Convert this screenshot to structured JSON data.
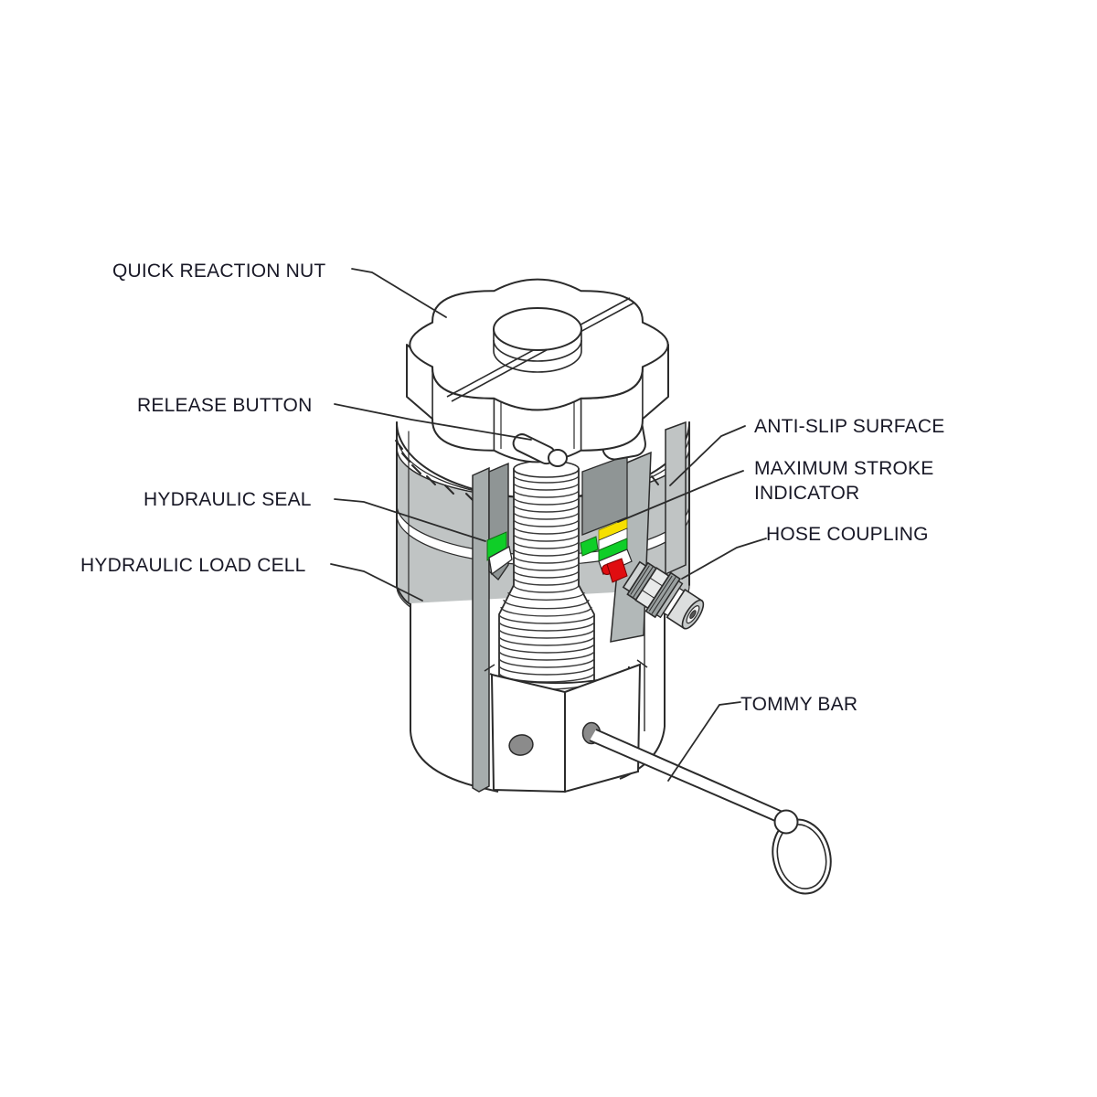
{
  "diagram": {
    "type": "technical-cutaway-illustration",
    "subject": "hydraulic load cell with quick reaction nut",
    "labels": {
      "quick_reaction_nut": "QUICK REACTION NUT",
      "release_button": "RELEASE BUTTON",
      "hydraulic_seal": "HYDRAULIC SEAL",
      "hydraulic_load_cell": "HYDRAULIC LOAD CELL",
      "anti_slip_surface": "ANTI-SLIP SURFACE",
      "maximum_stroke_indicator_line1": "MAXIMUM STROKE",
      "maximum_stroke_indicator_line2": "INDICATOR",
      "hose_coupling": "HOSE COUPLING",
      "tommy_bar": "TOMMY BAR"
    },
    "colors": {
      "label_text": "#181826",
      "line": "#2b2b2b",
      "seal_green": "#0fce28",
      "stroke_indicator_yellow": "#f6e000",
      "coupling_red": "#e00d10",
      "surface_gray": "#c0c4c4",
      "cut_wall_gray": "#a6acac",
      "pocket_gray": "#8f9595",
      "hole_gray": "#8b8b8b",
      "background": "#ffffff"
    }
  }
}
